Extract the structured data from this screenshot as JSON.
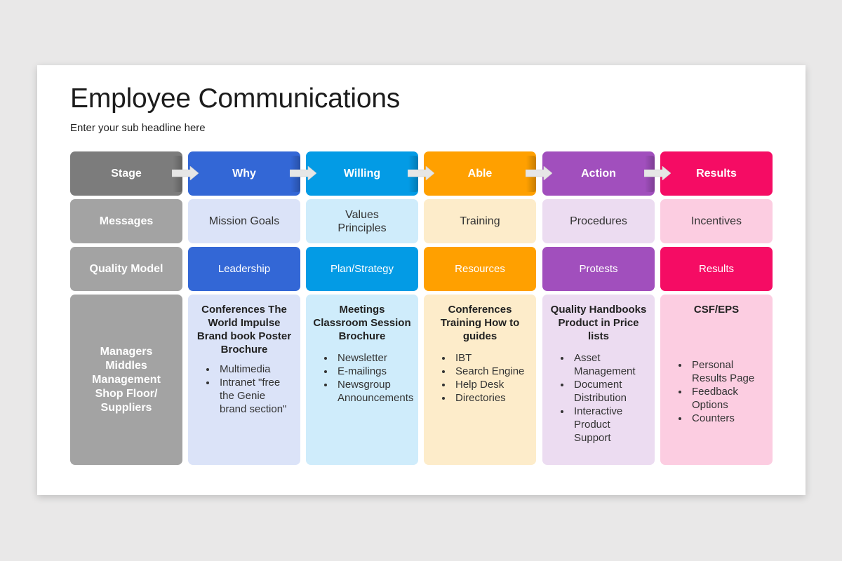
{
  "title": "Employee Communications",
  "subtitle": "Enter your sub headline here",
  "row_labels": {
    "stage": "Stage",
    "messages": "Messages",
    "quality_model": "Quality Model",
    "audience": "Managers Middles Management Shop Floor/ Suppliers"
  },
  "columns": [
    {
      "stage": "Why",
      "color": "#3367d6",
      "light": "#dbe3f8",
      "message": "Mission Goals",
      "quality": "Leadership",
      "detail_title": "Conferences The World Impulse Brand book Poster Brochure",
      "bullets": [
        "Multimedia",
        "Intranet \"free the Genie brand section\""
      ]
    },
    {
      "stage": "Willing",
      "color": "#039be5",
      "light": "#cfecfb",
      "message": "Values Principles",
      "quality": "Plan/Strategy",
      "detail_title": "Meetings Classroom Session Brochure",
      "bullets": [
        "Newsletter",
        "E-mailings",
        "Newsgroup Announcements"
      ]
    },
    {
      "stage": "Able",
      "color": "#ffa000",
      "light": "#fdecca",
      "message": "Training",
      "quality": "Resources",
      "detail_title": "Conferences Training How to guides",
      "bullets": [
        "IBT",
        "Search Engine",
        "Help Desk",
        "Directories"
      ]
    },
    {
      "stage": "Action",
      "color": "#a14fbd",
      "light": "#ecdcf1",
      "message": "Procedures",
      "quality": "Protests",
      "detail_title": "Quality Handbooks Product in Price lists",
      "bullets": [
        "Asset Management",
        "Document Distribution",
        "Interactive Product Support"
      ]
    },
    {
      "stage": "Results",
      "color": "#f50c64",
      "light": "#fccde1",
      "message": "Incentives",
      "quality": "Results",
      "detail_title": "CSF/EPS",
      "bullets": [
        "Personal Results Page",
        "Feedback Options",
        "Counters"
      ]
    }
  ],
  "colors": {
    "stage_head": "#7c7c7c",
    "label_cell": "#a3a3a3",
    "arrow": "#e6e6e6"
  }
}
